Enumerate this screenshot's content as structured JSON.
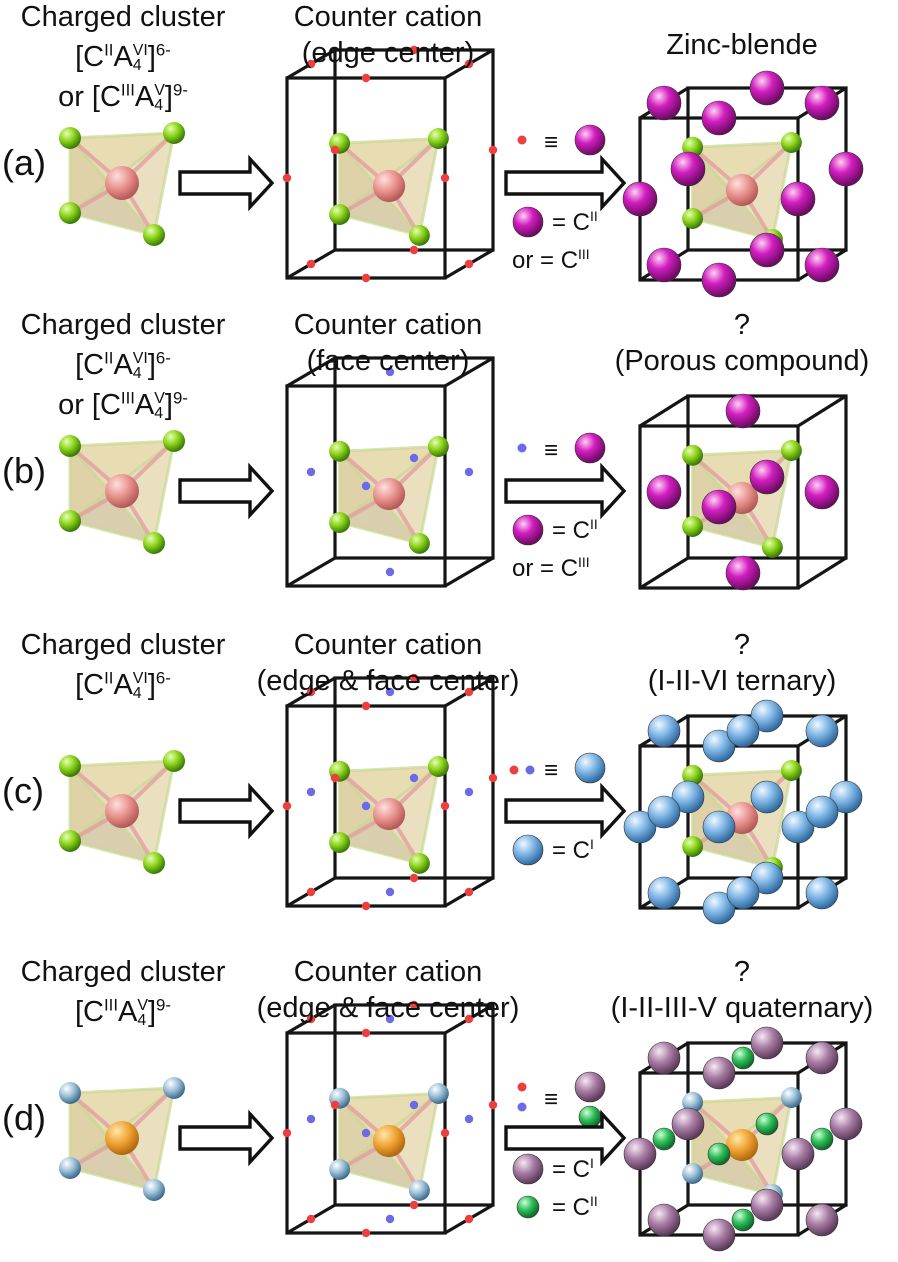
{
  "panels": [
    {
      "label": "(a)",
      "cluster_title": "Charged cluster",
      "cluster_formulas": [
        {
          "prefix": "",
          "c_sup": "II",
          "a_sup": "VI",
          "a_sub": "4",
          "charge": "6-"
        },
        {
          "prefix": "or ",
          "c_sup": "III",
          "a_sup": "V",
          "a_sub": "4",
          "charge": "9-"
        }
      ],
      "counter_title": "Counter cation",
      "counter_subtitle": "(edge center)",
      "result_title": "Zinc-blende",
      "result_subtitle": "",
      "legend": {
        "equiv": "≡",
        "lines": [
          {
            "text": "= C",
            "sup": "II"
          },
          {
            "text": "or = C",
            "sup": "III"
          }
        ]
      }
    },
    {
      "label": "(b)",
      "cluster_title": "Charged cluster",
      "cluster_formulas": [
        {
          "prefix": "",
          "c_sup": "II",
          "a_sup": "VI",
          "a_sub": "4",
          "charge": "6-"
        },
        {
          "prefix": "or ",
          "c_sup": "III",
          "a_sup": "V",
          "a_sub": "4",
          "charge": "9-"
        }
      ],
      "counter_title": "Counter cation",
      "counter_subtitle": "(face center)",
      "result_title": "?",
      "result_subtitle": "(Porous compound)",
      "legend": {
        "equiv": "≡",
        "lines": [
          {
            "text": "= C",
            "sup": "II"
          },
          {
            "text": "or = C",
            "sup": "III"
          }
        ]
      }
    },
    {
      "label": "(c)",
      "cluster_title": "Charged cluster",
      "cluster_formulas": [
        {
          "prefix": "",
          "c_sup": "II",
          "a_sup": "VI",
          "a_sub": "4",
          "charge": "6-"
        }
      ],
      "counter_title": "Counter cation",
      "counter_subtitle": "(edge & face center)",
      "result_title": "?",
      "result_subtitle": "(I-II-VI ternary)",
      "legend": {
        "equiv": "≡",
        "lines": [
          {
            "text": "= C",
            "sup": "I"
          }
        ]
      }
    },
    {
      "label": "(d)",
      "cluster_title": "Charged cluster",
      "cluster_formulas": [
        {
          "prefix": "",
          "c_sup": "III",
          "a_sup": "V",
          "a_sub": "4",
          "charge": "9-"
        }
      ],
      "counter_title": "Counter cation",
      "counter_subtitle": "(edge & face center)",
      "result_title": "?",
      "result_subtitle": "(I-II-III-V quaternary)",
      "legend": {
        "equiv": "≡",
        "lines": [
          {
            "text": "= C",
            "sup": "I"
          },
          {
            "text": "= C",
            "sup": "II"
          }
        ]
      }
    }
  ],
  "colors": {
    "anion_green": "#7cc21a",
    "anion_blue": "#8fb4cc",
    "center_pink": "#e8908c",
    "center_orange": "#f0a030",
    "tetra_fill": "#d8c68a",
    "edge_dot_red": "#ee3e3e",
    "face_dot_blue": "#6b6be8",
    "cation_magenta": "#d21ec0",
    "cation_lightblue": "#7fb6e6",
    "cation_mauve": "#a87ca4",
    "cation_green": "#2fbf5a"
  }
}
